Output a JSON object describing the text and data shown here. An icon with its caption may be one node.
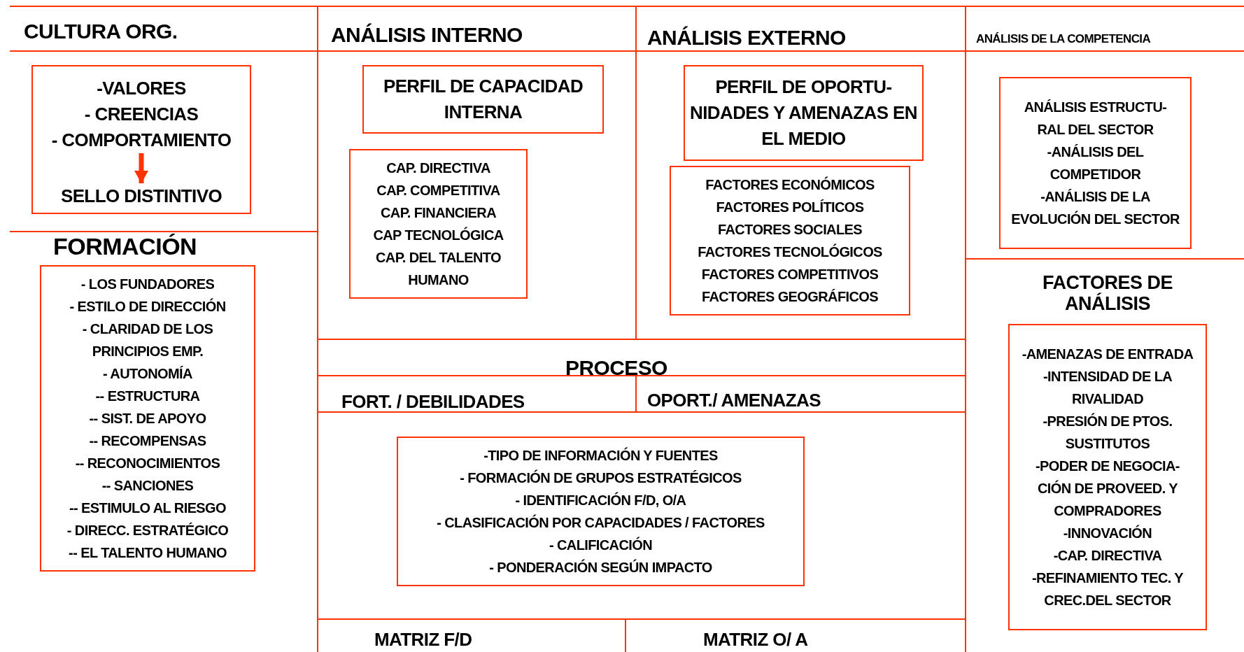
{
  "diagram": {
    "nodes": [
      {
        "text": [],
        "shape": "box"
      },
      {
        "text": [
          "-VALORES",
          "- CREENCIAS",
          "- COMPORTAMIENTO"
        ],
        "in": 0
      },
      {
        "text": [
          "SELLO DISTINTIVO"
        ],
        "in": 0
      },
      {
        "text": [
          "FORMACIÓN",
          "- LOS FUNDADORES",
          "- ESTILO DE DIRECCIÓN",
          "- CLARIDAD DE LOS PRINCIPIOS EMP.",
          "- AUTONOMÍA",
          "-- ESTRUCTURA",
          "-- SIST. DE APOYO",
          "-- RECOMPENSAS",
          "-- RECONOCIMIENTOS",
          "-- SANCIONES",
          "-- ESTIMULO AL RIESGO",
          "- DIRECC. ESTRATÉGICO",
          "-- EL TALENTO HUMANO"
        ]
      },
      {
        "text": [
          "PERFIL DE CAPACIDAD INTERNA"
        ]
      },
      {
        "text": [
          "CAP. DIRECTIVA",
          "CAP. COMPETITIVA",
          "CAP. FINANCIERA",
          "CAP TECNOLÓGICA",
          "CAP. DEL TALENTO HUMANO"
        ]
      },
      {
        "text": [
          "PERFIL DE OPORTU- NIDADES Y AMENAZAS EN EL MEDIO"
        ]
      },
      {
        "text": [
          "FACTORES ECONÓMICOS",
          "FACTORES POLÍTICOS",
          "FACTORES SOCIALES",
          "FACTORES TECNOLÓGICOS",
          "FACTORES COMPETITIVOS",
          "FACTORES GEOGRÁFICOS"
        ]
      },
      {
        "text": [
          "ANÁLISIS ESTRUCTU- RAL DEL SECTOR",
          "-ANÁLISIS DEL COMPETIDOR",
          "-ANÁLISIS DE LA EVOLUCIÓN DEL SECTOR"
        ]
      },
      {
        "text": [
          "FACTORES DE ANÁLISIS",
          "-AMENAZAS DE ENTRADA",
          "-INTENSIDAD DE LA RIVALIDAD",
          "-PRESIÓN DE PTOS. SUSTITUTOS",
          "-PODER DE NEGOCIA- CIÓN DE PROVEED. Y COMPRADORES",
          "-INNOVACIÓN",
          "-CAP. DIRECTIVA",
          "-REFINAMIENTO TEC. Y CREC.DEL SECTOR"
        ]
      },
      {
        "text": [
          "-TIPO DE INFORMACIÓN Y FUENTES",
          "- FORMACIÓN DE GRUPOS ESTRATÉGICOS",
          "- IDENTIFICACIÓN F/D, O/A",
          "- CLASIFICACIÓN POR CAPACIDADES / FACTORES",
          "- CALIFICACIÓN",
          "- PONDERACIÓN SEGÚN IMPACTO"
        ]
      }
    ],
    "edges": [
      {
        "from": 1,
        "to": 2,
        "arrow": "to"
      }
    ],
    "labels": [
      "CULTURA ORG.",
      "ANÁLISIS INTERNO",
      "ANÁLISIS EXTERNO",
      "ANÁLISIS DE LA COMPETENCIA",
      "PROCESO",
      "FORT. / DEBILIDADES",
      "OPORT./ AMENAZAS",
      "MATRIZ F/D",
      "MATRIZ O/ A"
    ]
  }
}
